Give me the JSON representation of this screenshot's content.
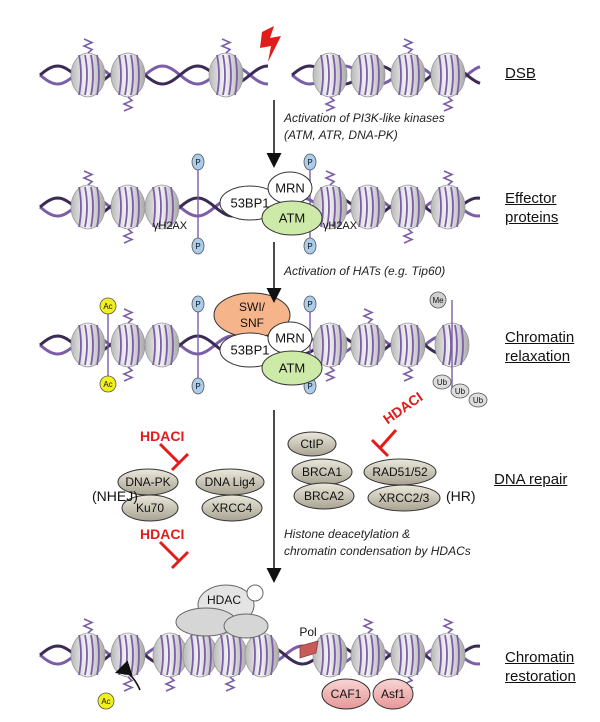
{
  "stages": {
    "dsb": "DSB",
    "effector_line1": "Effector",
    "effector_line2": "proteins",
    "relaxation_line1": "Chromatin",
    "relaxation_line2": "relaxation",
    "dna_repair": "DNA repair",
    "restoration_line1": "Chromatin",
    "restoration_line2": "restoration"
  },
  "notes": {
    "kinases_line1": "Activation of PI3K-like kinases",
    "kinases_line2": "(ATM, ATR, DNA-PK)",
    "hats": "Activation of HATs (e.g. Tip60)",
    "hdacs_line1": "Histone deacetylation &",
    "hdacs_line2": "chromatin condensation by HDACs"
  },
  "labels": {
    "h2ax_left": "γH2AX",
    "h2ax_right": "γH2AX",
    "bp53": "53BP1",
    "mrn": "MRN",
    "atm": "ATM",
    "swi_line1": "SWI/",
    "swi_line2": "SNF",
    "p": "P",
    "ac": "Ac",
    "me": "Me",
    "ub": "Ub",
    "nhej": "(NHEJ)",
    "hr": "(HR)",
    "hdaci": "HDACI",
    "hdac": "HDAC",
    "pol": "Pol",
    "caf1": "CAF1",
    "asf1": "Asf1"
  },
  "nhej_proteins": {
    "dnapk": "DNA-PK",
    "lig4": "DNA Lig4",
    "ku70": "Ku70",
    "xrcc4": "XRCC4"
  },
  "hr_proteins": {
    "ctip": "CtIP",
    "brca1": "BRCA1",
    "rad51": "RAD51/52",
    "brca2": "BRCA2",
    "xrcc23": "XRCC2/3"
  },
  "colors": {
    "dna_purple": "#7b5ea7",
    "dna_dark": "#3a2a55",
    "nucleosome": "#d8d8d8",
    "atm_green": "#cdeaa8",
    "swi_orange": "#f6b48a",
    "phospho_blue": "#a9cdea",
    "acetyl_yellow": "#f2f01c",
    "inhibitor_red": "#e21b1b",
    "repair_protein": "#c9c5b4",
    "restoration_pink": "#f3b4b4"
  }
}
